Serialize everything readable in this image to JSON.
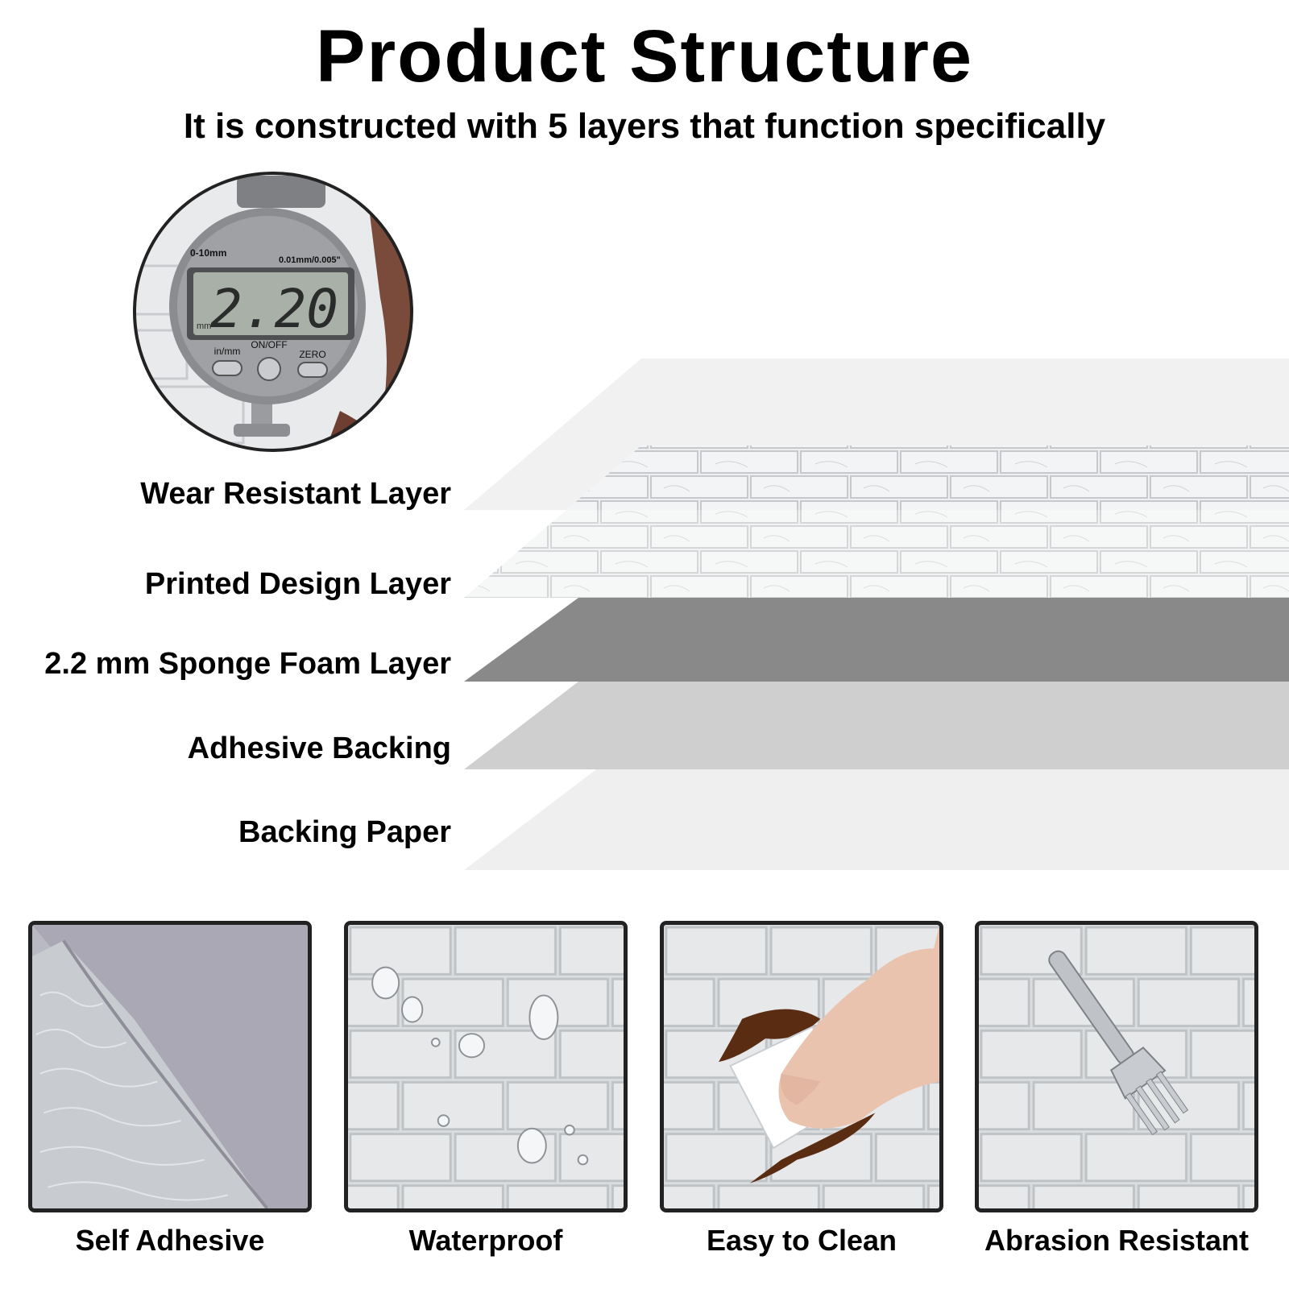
{
  "header": {
    "title": "Product Structure",
    "subtitle": "It is constructed with 5 layers that function specifically"
  },
  "gauge": {
    "range_label": "0-10mm",
    "resolution_label": "0.01mm/0.005\"",
    "reading": "2.20",
    "unit": "mm",
    "buttons": [
      "in/mm",
      "ON/OFF",
      "ZERO"
    ]
  },
  "layers": [
    {
      "label": "Wear Resistant Layer",
      "color": "#f1f1f1"
    },
    {
      "label": "Printed Design Layer",
      "color": "#e8eaec"
    },
    {
      "label": "2.2 mm Sponge Foam Layer",
      "color": "#898989"
    },
    {
      "label": "Adhesive Backing",
      "color": "#cfcfcf"
    },
    {
      "label": "Backing Paper",
      "color": "#efefef"
    }
  ],
  "features": [
    {
      "label": "Self Adhesive",
      "icon": "peeling-backing-icon"
    },
    {
      "label": "Waterproof",
      "icon": "water-drops-icon"
    },
    {
      "label": "Easy to Clean",
      "icon": "wiping-hand-icon"
    },
    {
      "label": "Abrasion Resistant",
      "icon": "fork-scratch-icon"
    }
  ]
}
